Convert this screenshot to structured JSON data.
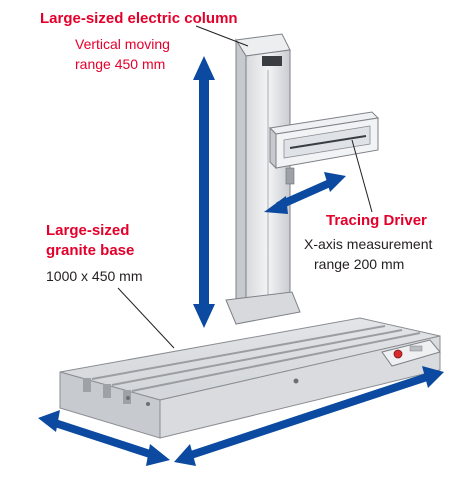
{
  "callouts": {
    "column": {
      "title": "Large-sized electric column",
      "line1": "Vertical moving",
      "line2": "range 450 mm"
    },
    "base": {
      "title_line1": "Large-sized",
      "title_line2": "granite base",
      "detail": "1000 x 450 mm"
    },
    "driver": {
      "title": "Tracing Driver",
      "line1": "X-axis measurement",
      "line2": "range 200 mm"
    }
  },
  "colors": {
    "arrow": "#0b4aa0",
    "label_red": "#e4002b",
    "machine": "#e9eaec",
    "machine_shade": "#c9ccd1"
  }
}
